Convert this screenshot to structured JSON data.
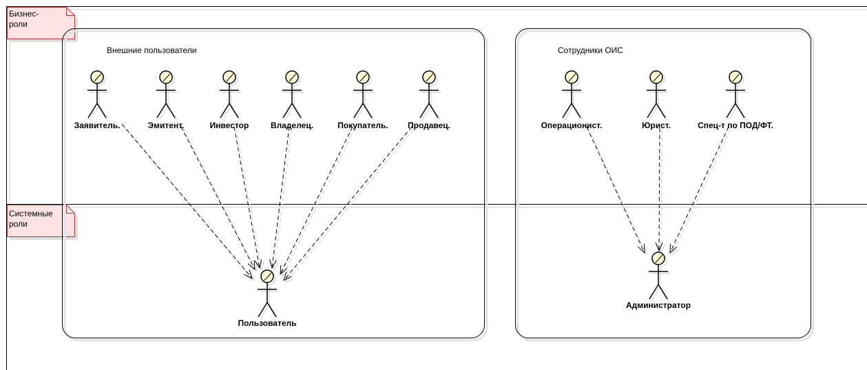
{
  "frames": {
    "business": {
      "label_line1": "Бизнес-",
      "label_line2": "роли"
    },
    "system": {
      "label_line1": "Системные",
      "label_line2": "роли"
    }
  },
  "groups": {
    "external": {
      "title": "Внешние пользователи"
    },
    "staff": {
      "title": "Сотрудники ОИС"
    }
  },
  "actors": {
    "applicant": "Заявитель.",
    "issuer": "Эмитент.",
    "investor": "Инвестор",
    "owner": "Владелец.",
    "buyer": "Покупатель.",
    "seller": "Продавец.",
    "operator": "Операционист.",
    "lawyer": "Юрист.",
    "aml_specialist": "Спец-т по ПОД/ФТ.",
    "user": "Пользователь",
    "admin": "Администратор"
  },
  "relations": [
    {
      "from": "applicant",
      "to": "user"
    },
    {
      "from": "issuer",
      "to": "user"
    },
    {
      "from": "investor",
      "to": "user"
    },
    {
      "from": "owner",
      "to": "user"
    },
    {
      "from": "buyer",
      "to": "user"
    },
    {
      "from": "seller",
      "to": "user"
    },
    {
      "from": "operator",
      "to": "admin"
    },
    {
      "from": "lawyer",
      "to": "admin"
    },
    {
      "from": "aml_specialist",
      "to": "admin"
    }
  ],
  "colors": {
    "actor_head": "#fdfbd8",
    "note_fill": "#fde3e3",
    "note_stroke": "#b03a3a",
    "line": "#000000",
    "shadow": "#d9d9d9"
  }
}
